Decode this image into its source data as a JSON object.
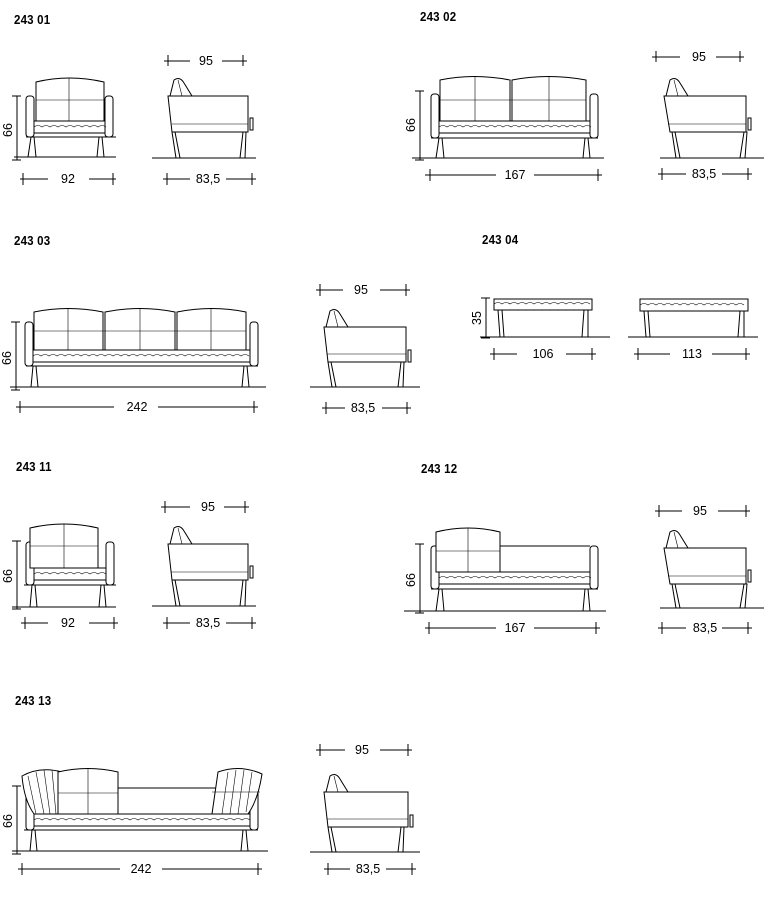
{
  "models": [
    {
      "code": "243 01",
      "front_width": "92",
      "height": "66",
      "side_width": "95",
      "side_depth": "83,5"
    },
    {
      "code": "243 02",
      "front_width": "167",
      "height": "66",
      "side_width": "95",
      "side_depth": "83,5"
    },
    {
      "code": "243 03",
      "front_width": "242",
      "height": "66",
      "side_width": "95",
      "side_depth": "83,5"
    },
    {
      "code": "243 04",
      "height": "35",
      "width_a": "106",
      "width_b": "113"
    },
    {
      "code": "243 11",
      "front_width": "92",
      "height": "66",
      "side_width": "95",
      "side_depth": "83,5"
    },
    {
      "code": "243 12",
      "front_width": "167",
      "height": "66",
      "side_width": "95",
      "side_depth": "83,5"
    },
    {
      "code": "243 13",
      "front_width": "242",
      "height": "66",
      "side_width": "95",
      "side_depth": "83,5"
    }
  ]
}
